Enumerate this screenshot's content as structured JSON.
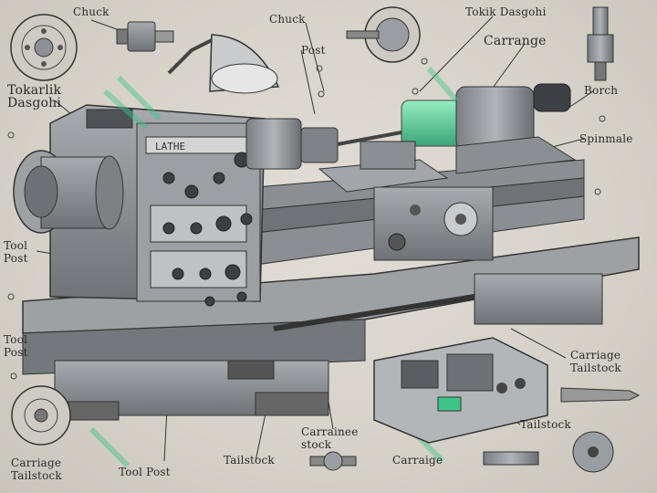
{
  "labels": {
    "chuck_top_left": "Chuck",
    "chuck_top_center": "Chuck",
    "tokik_dasgohi": "Tokik Dasgohi",
    "carrange": "Carrange",
    "post": "Post",
    "tokarlik": "Tokarlik\nDasgohi",
    "borch": "Borch",
    "spinmale": "Spinmale",
    "tool_post_left": "Tool\nPost",
    "tool_post_left2": "Tool\nPost",
    "carriage_tailstock_right": "Carriage\nTailstock",
    "tailstock_right": "Tailstock",
    "carrainee_stock": "Carrainee\nstock",
    "carriage_tailstock_left": "Carriage\nTailstock",
    "tool_post_bottom": "Tool Post",
    "tailstock_bottom": "Tailstock",
    "carraige_bottom": "Carraige"
  },
  "machine_plate": "LATHE",
  "colors": {
    "ink": "#2a2a2a",
    "metal": "#8d9095",
    "metal_dark": "#5a5d62",
    "accent_green": "#3ec48a"
  }
}
